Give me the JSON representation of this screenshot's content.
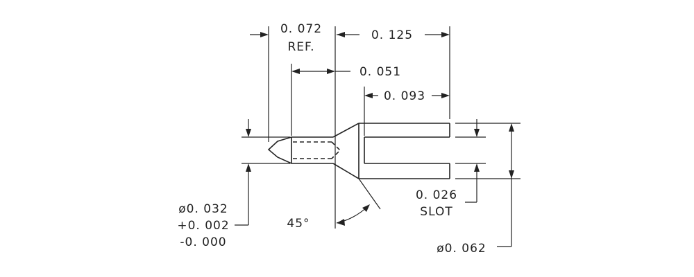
{
  "drawing": {
    "dimensions": {
      "ref_value": "0. 072",
      "ref_label": "REF.",
      "top_length": "0. 125",
      "mid_length": "0. 051",
      "slot_depth": "0. 093",
      "slot_width": "0. 026",
      "slot_label": "SLOT",
      "tip_diameter": "ø0. 032",
      "tip_tol_plus": "+0. 002",
      "tip_tol_minus": "-0. 000",
      "angle": "45°",
      "body_diameter": "ø0. 062"
    },
    "colors": {
      "line": "#222222",
      "background": "#ffffff"
    }
  }
}
